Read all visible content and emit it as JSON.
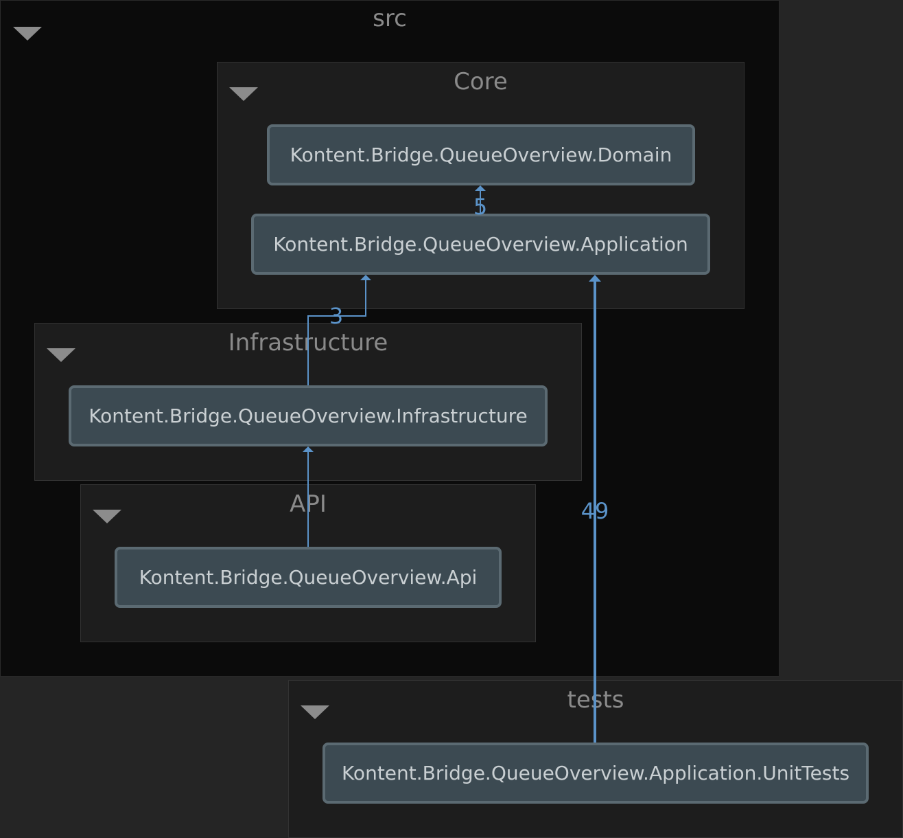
{
  "groups": {
    "src": {
      "title": "src"
    },
    "core": {
      "title": "Core"
    },
    "infrastructure": {
      "title": "Infrastructure"
    },
    "api": {
      "title": "API"
    },
    "tests": {
      "title": "tests"
    }
  },
  "nodes": {
    "domain": "Kontent.Bridge.QueueOverview.Domain",
    "application": "Kontent.Bridge.QueueOverview.Application",
    "infrastructure": "Kontent.Bridge.QueueOverview.Infrastructure",
    "api": "Kontent.Bridge.QueueOverview.Api",
    "unit_tests": "Kontent.Bridge.QueueOverview.Application.UnitTests"
  },
  "edges": {
    "application_to_domain": "5",
    "infrastructure_to_application": "3",
    "unit_tests_to_application": "49"
  },
  "colors": {
    "edge": "#5b93c9",
    "node_fill": "#3c4a52",
    "node_border": "#5b6a72"
  }
}
